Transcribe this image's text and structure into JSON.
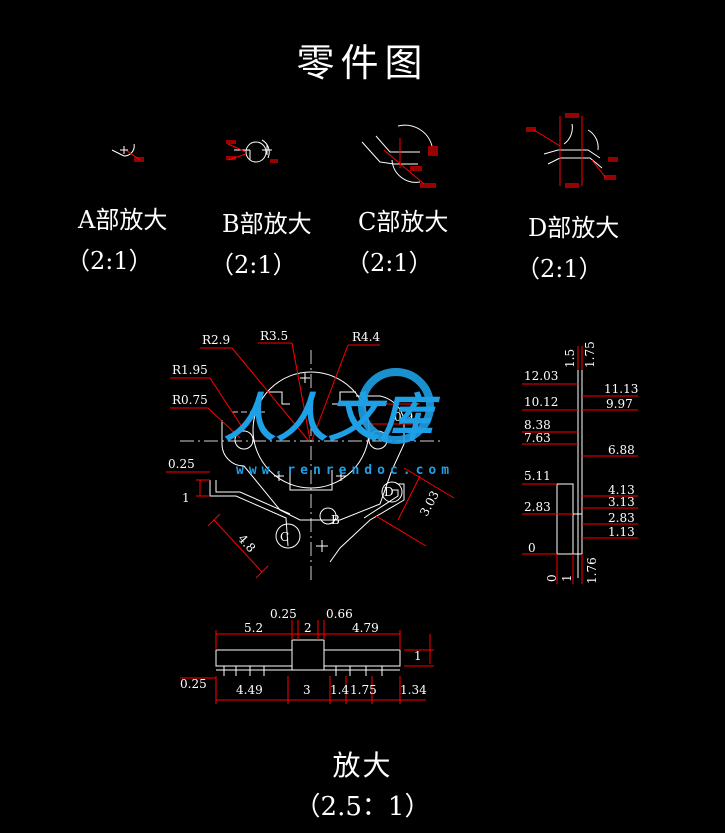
{
  "title": "零件图",
  "details": [
    {
      "label": "A部放大",
      "scale": "（2:1）"
    },
    {
      "label": "B部放大",
      "scale": "（2:1）"
    },
    {
      "label": "C部放大",
      "scale": "（2:1）"
    },
    {
      "label": "D部放大",
      "scale": "（2:1）"
    }
  ],
  "main_view": {
    "radii": [
      "R2.9",
      "R3.5",
      "R4.4",
      "R1.95",
      "R0.75"
    ],
    "dims": {
      "d025": "0.25",
      "d1": "1",
      "d48": "4.8",
      "d303": "3.03",
      "d09": "0.9"
    },
    "letters": {
      "B": "B",
      "C": "C",
      "D": "D"
    }
  },
  "side_view": {
    "left_values": [
      "12.03",
      "10.12",
      "8.38",
      "7.63",
      "5.11",
      "2.83",
      "0"
    ],
    "right_values": [
      "11.13",
      "9.97",
      "6.88",
      "4.13",
      "3.13",
      "2.83",
      "1.13"
    ],
    "top_values": [
      "1.5",
      "1.75"
    ],
    "bottom_values": [
      "0",
      "1",
      "1.76"
    ]
  },
  "bottom_view": {
    "top_dims": [
      "0.25",
      "0.66",
      "5.2",
      "2",
      "4.79"
    ],
    "bottom_dims": [
      "0.25",
      "4.49",
      "3",
      "1.4",
      "1.75",
      "1.34"
    ],
    "right_dim": "1"
  },
  "watermark": {
    "text": "人人文库",
    "url": "www.renrendoc.com"
  },
  "footer": {
    "label": "放大",
    "scale": "（2.5：1）"
  },
  "colors": {
    "background": "#000000",
    "lines": "#ffffff",
    "dimensions": "#ff0000",
    "center": "#d0d0d0",
    "watermark": "#1ea0e6"
  }
}
